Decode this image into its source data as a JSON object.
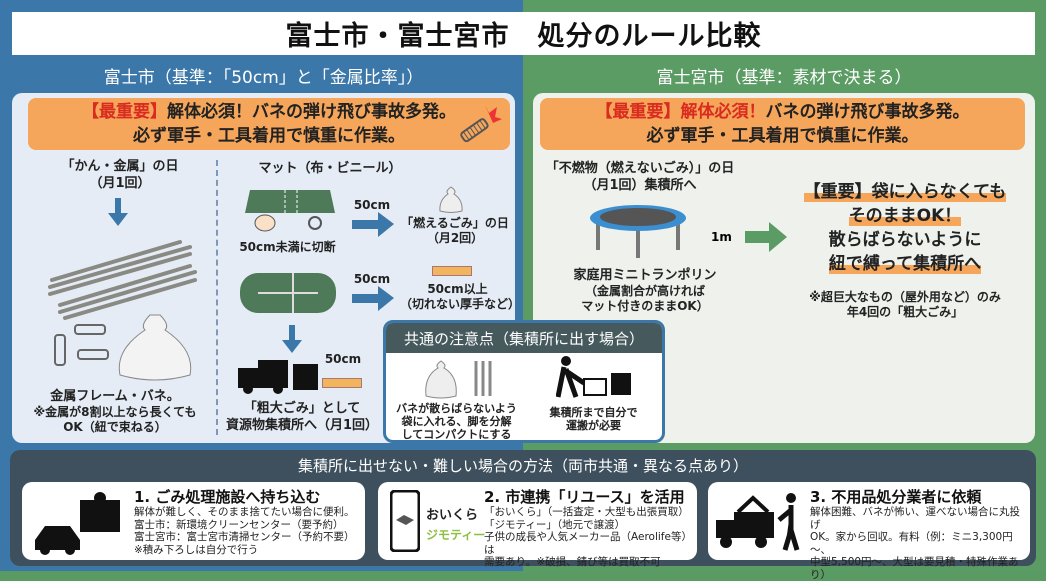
{
  "title": "富士市・富士宮市　処分のルール比較",
  "fuji": {
    "heading": "富士市（基準：「50cm」と「金属比率」）",
    "banner": {
      "tag": "【最重要】",
      "line1": "解体必須！バネの弾け飛び事故多発。",
      "line2": "必ず軍手・工具着用で慎重に作業。"
    },
    "metal": {
      "day": "「かん・金属」の日",
      "freq": "（月1回）",
      "caption": "金属フレーム・バネ。",
      "note1": "※金属が8割以上なら長くても",
      "note2": "OK（紐で束ねる）"
    },
    "mat": {
      "heading": "マット（布・ビニール）",
      "cut": "50cm未満に切断",
      "len1": "50cm",
      "burn_day": "「燃えるごみ」の日",
      "burn_freq": "（月2回）",
      "len2": "50cm",
      "over": "50cm以上",
      "over_note": "（切れない厚手など）",
      "height": "50cm",
      "bulky1": "「粗大ごみ」として",
      "bulky2": "資源物集積所へ（月1回）"
    }
  },
  "fujinomiya": {
    "heading": "富士宮市（基準：素材で決まる）",
    "banner": {
      "tag": "【最重要】解体必須！",
      "line1": "バネの弾け飛び事故多発。",
      "line2": "必ず軍手・工具着用で慎重に作業。"
    },
    "day": "「不燃物（燃えないごみ）」の日",
    "freq": "（月1回）集積所へ",
    "height": "1m",
    "item": "家庭用ミニトランポリン",
    "item_note1": "（金属割合が高ければ",
    "item_note2": "マット付きのままOK）",
    "important": [
      "【重要】袋に入らなくても",
      "そのままOK！",
      "散らばらないように",
      "紐で縛って集積所へ"
    ],
    "note1": "※超巨大なもの（屋外用など）のみ",
    "note2": "年4回の「粗大ごみ」"
  },
  "common": {
    "heading": "共通の注意点（集積所に出す場合）",
    "tip1": [
      "バネが散らばらないよう",
      "袋に入れる、脚を分解",
      "してコンパクトにする"
    ],
    "tip2": [
      "集積所まで自分で",
      "運搬が必要"
    ]
  },
  "alternatives": {
    "heading": "集積所に出せない・難しい場合の方法（両市共通・異なる点あり）",
    "items": [
      {
        "title": "1. ごみ処理施設へ持ち込む",
        "lines": [
          "解体が難しく、そのまま捨てたい場合に便利。",
          "富士市：新環境クリーンセンター（要予約）",
          "富士宮市：富士宮市清掃センター（予約不要）",
          "※積み下ろしは自分で行う"
        ]
      },
      {
        "title": "2. 市連携「リユース」を活用",
        "logo1": "おいくら",
        "logo2": "ジモティー",
        "lines": [
          "「おいくら」（一括査定・大型も出張買取）",
          "「ジモティー」（地元で譲渡）",
          "子供の成長や人気メーカー品（Aerolife等）は",
          "需要あり。※破損、錆び等は買取不可"
        ]
      },
      {
        "title": "3. 不用品処分業者に依頼",
        "lines": [
          "解体困難、バネが怖い、運べない場合に丸投げ",
          "OK。家から回収。有料（例：ミニ3,300円～、",
          "中型5,500円～、大型は要見積・特殊作業あり）"
        ]
      }
    ]
  },
  "colors": {
    "blue": "#3b78a9",
    "green": "#5b9b64",
    "orange": "#f5a65b",
    "red": "#d92b1f"
  }
}
